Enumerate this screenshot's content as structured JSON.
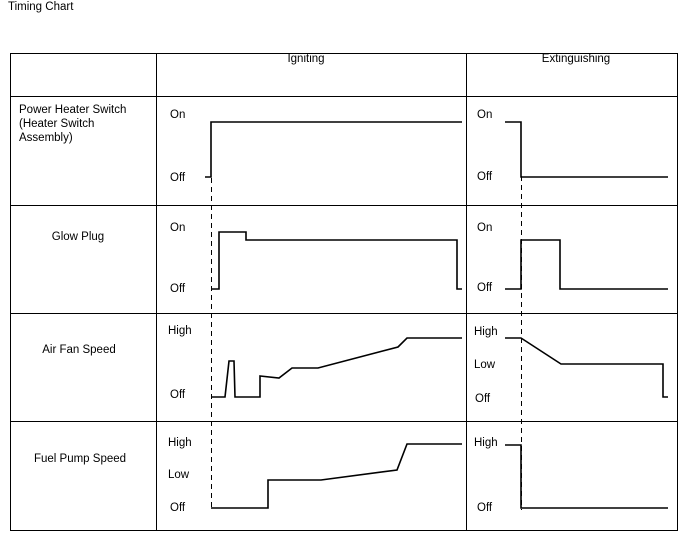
{
  "title": "Timing Chart",
  "columns": [
    "Igniting",
    "Extinguishing"
  ],
  "rows": [
    {
      "label_lines": [
        "Power Heater Switch",
        "(Heater Switch",
        "Assembly)"
      ],
      "igniting_levels": [
        "On",
        "Off"
      ],
      "extinguishing_levels": [
        "On",
        "Off"
      ]
    },
    {
      "label_lines": [
        "Glow Plug"
      ],
      "igniting_levels": [
        "On",
        "Off"
      ],
      "extinguishing_levels": [
        "On",
        "Off"
      ]
    },
    {
      "label_lines": [
        "Air Fan Speed"
      ],
      "igniting_levels": [
        "High",
        "Off"
      ],
      "extinguishing_levels": [
        "High",
        "Low",
        "Off"
      ]
    },
    {
      "label_lines": [
        "Fuel Pump Speed"
      ],
      "igniting_levels": [
        "High",
        "Low",
        "Off"
      ],
      "extinguishing_levels": [
        "High",
        "Off"
      ]
    }
  ],
  "colors": {
    "line": "#000000",
    "grid": "#000000",
    "guide": "#000000"
  }
}
